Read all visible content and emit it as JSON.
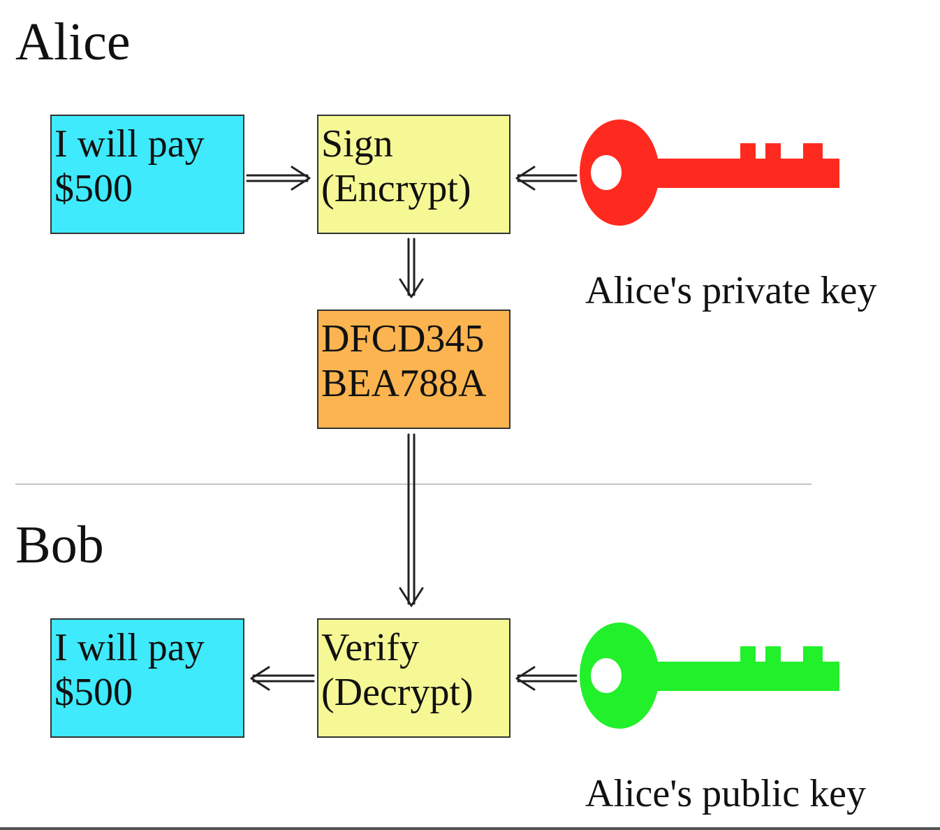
{
  "alice": {
    "title": "Alice",
    "message": {
      "line1": "I will pay",
      "line2": "$500"
    },
    "sign": {
      "line1": "Sign",
      "line2": "(Encrypt)"
    },
    "signature": {
      "line1": "DFCD345",
      "line2": "BEA788A"
    },
    "key_label": "Alice's private key",
    "key_color": "#ff2a1f"
  },
  "bob": {
    "title": "Bob",
    "message": {
      "line1": "I will pay",
      "line2": "$500"
    },
    "verify": {
      "line1": "Verify",
      "line2": "(Decrypt)"
    },
    "key_label": "Alice's public key",
    "key_color": "#22f02a"
  },
  "colors": {
    "message_box": "#3eeafc",
    "operation_box": "#f5f894",
    "signature_box": "#fbb44f"
  }
}
